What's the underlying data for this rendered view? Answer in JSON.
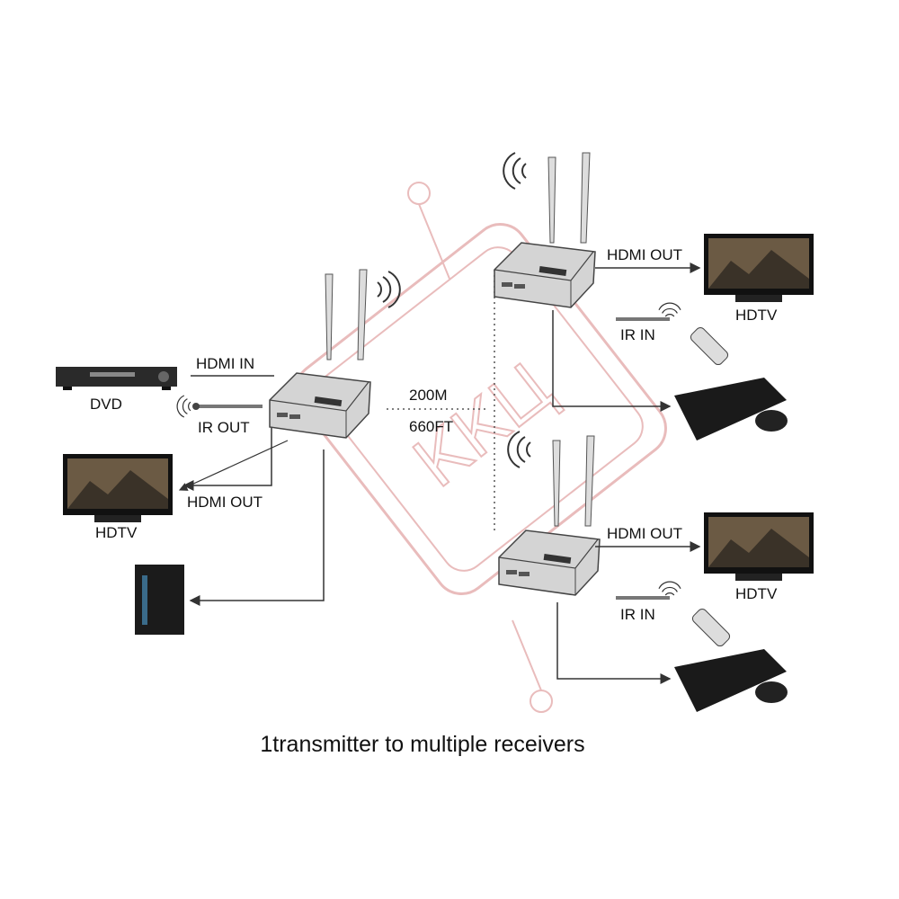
{
  "labels": {
    "hdmi_in": "HDMI IN",
    "dvd": "DVD",
    "ir_out": "IR OUT",
    "hdmi_out_left": "HDMI OUT",
    "hdtv_left": "HDTV",
    "distance_m": "200M",
    "distance_ft": "660FT",
    "rx1_hdmi_out": "HDMI OUT",
    "rx1_hdtv": "HDTV",
    "rx1_ir_in": "IR IN",
    "rx2_hdmi_out": "HDMI OUT",
    "rx2_hdtv": "HDTV",
    "rx2_ir_in": "IR IN"
  },
  "caption": "1transmitter to multiple receivers",
  "watermark": "KKЦ",
  "colors": {
    "line": "#333333",
    "device": "#c9c9c9",
    "screen": "#5a5040",
    "watermark": "#e0a0a0"
  }
}
